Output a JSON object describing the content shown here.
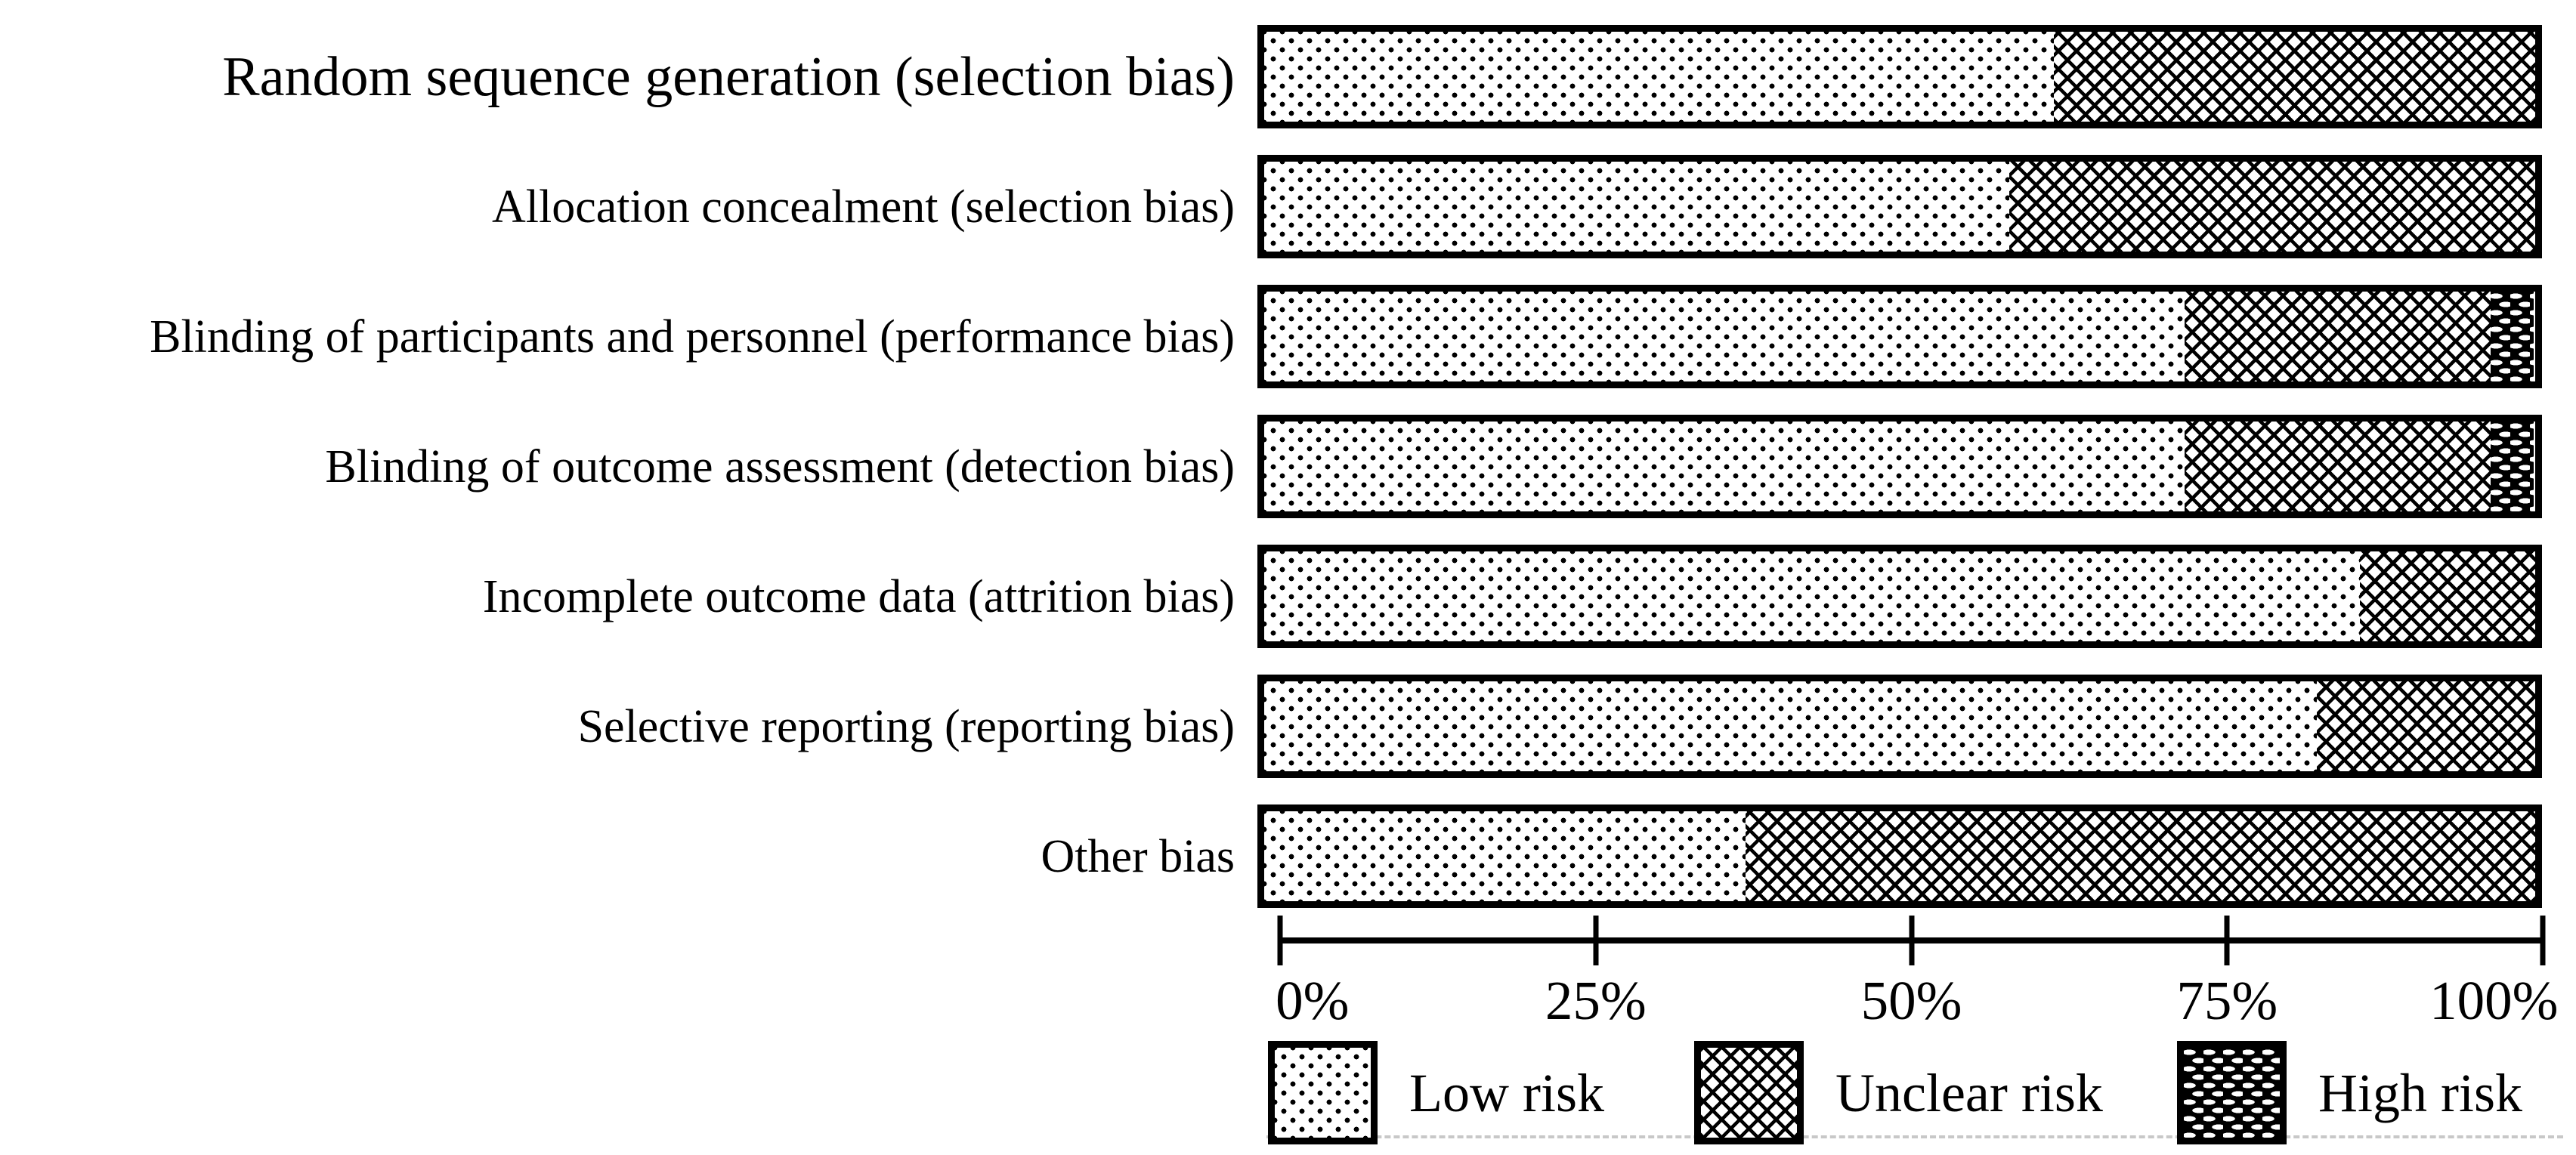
{
  "chart_data": {
    "type": "bar",
    "orientation": "horizontal-stacked",
    "units": "percent of studies",
    "categories": [
      "Random sequence generation (selection bias)",
      "Allocation concealment (selection bias)",
      "Blinding of participants and personnel (performance bias)",
      "Blinding of outcome assessment (detection bias)",
      "Incomplete outcome data (attrition bias)",
      "Selective reporting (reporting bias)",
      "Other bias"
    ],
    "series": [
      {
        "name": "Low risk",
        "pattern": "dotted-light",
        "values": [
          62.1,
          58.6,
          72.4,
          72.4,
          86.2,
          82.8,
          37.9
        ]
      },
      {
        "name": "Unclear risk",
        "pattern": "crosshatch",
        "values": [
          37.9,
          41.4,
          24.1,
          24.1,
          13.8,
          17.2,
          62.1
        ]
      },
      {
        "name": "High risk",
        "pattern": "dark-dashes",
        "values": [
          0,
          0,
          3.4,
          3.4,
          0,
          0,
          0
        ]
      }
    ],
    "x_axis": {
      "range": [
        0,
        100
      ],
      "tick_labels": [
        "0%",
        "25%",
        "50%",
        "75%",
        "100%"
      ],
      "grid": false
    },
    "legend": {
      "position": "bottom",
      "entries": [
        "Low risk",
        "Unclear risk",
        "High risk"
      ]
    },
    "colors": {
      "foreground": "#000000",
      "background": "#ffffff",
      "separator": "#c8c8c8"
    }
  }
}
